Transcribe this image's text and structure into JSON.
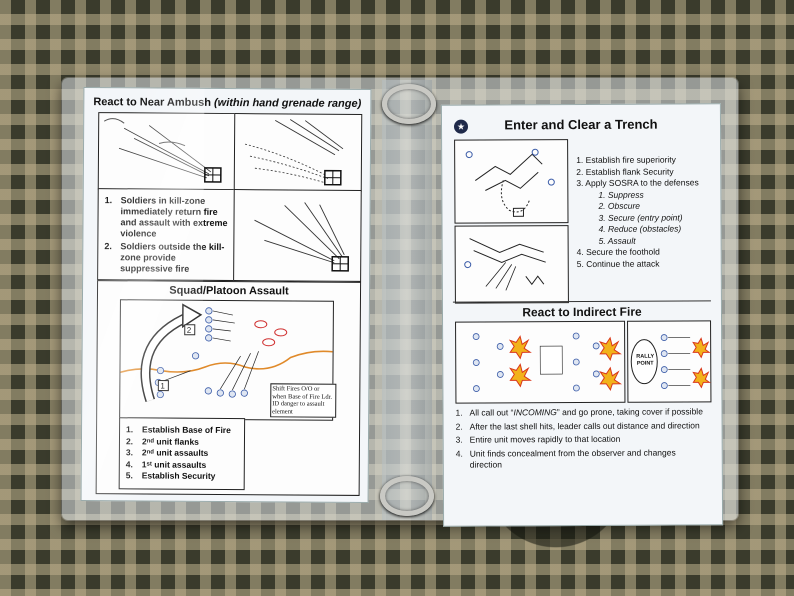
{
  "left_card": {
    "title_main": "React to Near Ambush",
    "title_paren": "(within hand grenade range)",
    "ambush_steps": [
      {
        "num": "1.",
        "text": "Soldiers in kill-zone immediately return fire and assault with extreme violence"
      },
      {
        "num": "2.",
        "text": "Soldiers outside the kill-zone provide suppressive fire"
      }
    ],
    "assault_title": "Squad/Platoon Assault",
    "diagram_labels": {
      "unit1": "1",
      "unit2": "2"
    },
    "shift_note": "Shift Fires O/O or when Base of Fire Ldr. ID danger to assault element",
    "assault_steps": [
      {
        "num": "1.",
        "text": "Establish Base of Fire"
      },
      {
        "num": "2.",
        "sup": "nd",
        "text": " unit flanks",
        "ord": "2"
      },
      {
        "num": "3.",
        "sup": "nd",
        "text": " unit assaults",
        "ord": "2"
      },
      {
        "num": "4.",
        "sup": "st",
        "text": " unit assaults",
        "ord": "1"
      },
      {
        "num": "5.",
        "text": "Establish Security"
      }
    ]
  },
  "right_card": {
    "trench_title": "Enter and Clear a Trench",
    "trench_steps": [
      "Establish fire superiority",
      "Establish flank Security",
      "Apply SOSRA to the defenses"
    ],
    "sosra": [
      "1. Suppress",
      "2. Obscure",
      "3. Secure (entry point)",
      "4. Reduce (obstacles)",
      "5. Assault"
    ],
    "trench_steps_after": [
      {
        "num": "4.",
        "text": "Secure the foothold"
      },
      {
        "num": "5.",
        "text": "Continue the attack"
      }
    ],
    "indirect_title": "React to Indirect Fire",
    "rally_point": "RALLY POINT",
    "indirect_steps": [
      {
        "num": "1.",
        "pre": "All call out “",
        "em": "INCOMING",
        "post": "” and go prone, taking cover if possible"
      },
      {
        "num": "2.",
        "text": "After the last shell hits, leader calls out distance and direction"
      },
      {
        "num": "3.",
        "text": "Entire unit moves rapidly to that location"
      },
      {
        "num": "4.",
        "text": "Unit finds concealment from the observer and changes direction"
      }
    ]
  }
}
